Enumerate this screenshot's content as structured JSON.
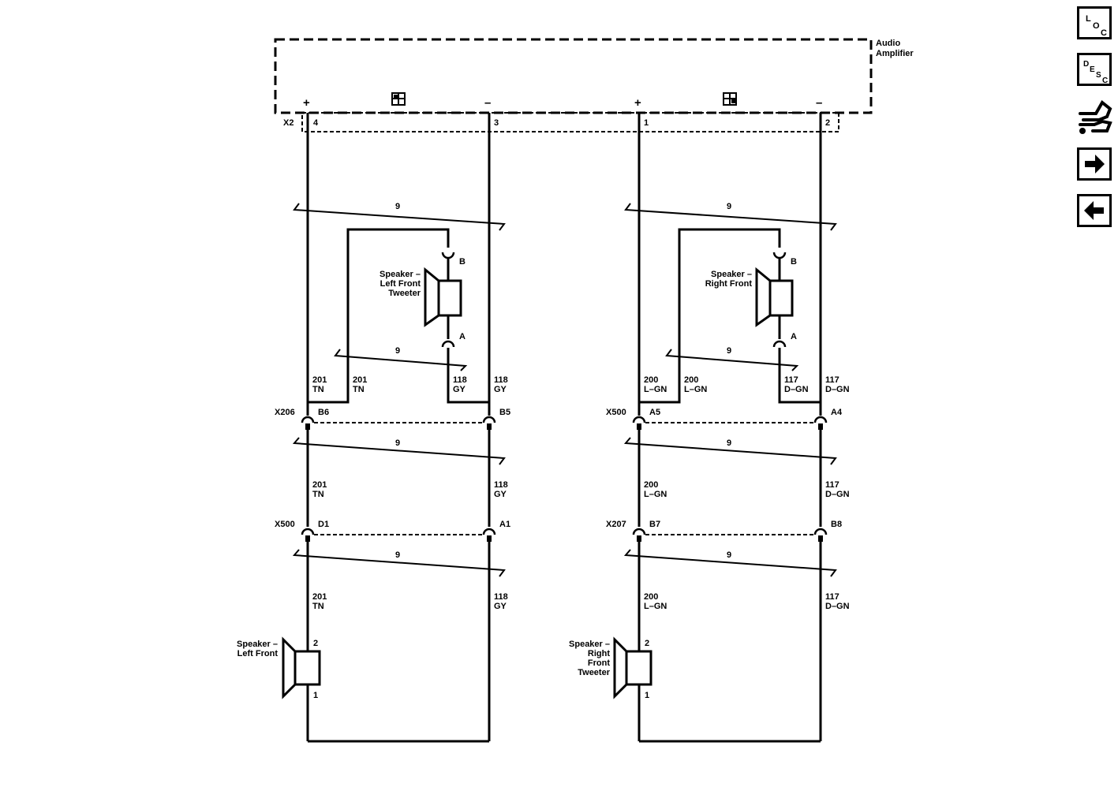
{
  "module": {
    "name_line1": "Audio",
    "name_line2": "Amplifier",
    "connector": "X2"
  },
  "amp_pins": {
    "lf_plus": {
      "num": "4",
      "sign": "+"
    },
    "lf_minus": {
      "num": "3",
      "sign": "–"
    },
    "rf_plus": {
      "num": "1",
      "sign": "+"
    },
    "rf_minus": {
      "num": "2",
      "sign": "–"
    }
  },
  "twisted_pair_label": "9",
  "left": {
    "tweeter": {
      "line1": "Speaker –",
      "line2": "Left Front",
      "line3": "Tweeter",
      "pin_top": "B",
      "pin_bottom": "A"
    },
    "wire_plus": {
      "circuit": "201",
      "color": "TN"
    },
    "wire_minus": {
      "circuit": "118",
      "color": "GY"
    },
    "conn1": {
      "name": "X206",
      "pin_plus": "B6",
      "pin_minus": "B5"
    },
    "conn2": {
      "name": "X500",
      "pin_plus": "D1",
      "pin_minus": "A1"
    },
    "speaker": {
      "line1": "Speaker –",
      "line2": "Left Front",
      "pin_top": "2",
      "pin_bottom": "1"
    }
  },
  "right": {
    "tweeter": {
      "line1": "Speaker –",
      "line2": "Right Front",
      "pin_top": "B",
      "pin_bottom": "A"
    },
    "wire_plus": {
      "circuit": "200",
      "color": "L–GN"
    },
    "wire_minus": {
      "circuit": "117",
      "color": "D–GN"
    },
    "conn1": {
      "name": "X500",
      "pin_plus": "A5",
      "pin_minus": "A4"
    },
    "conn2": {
      "name": "X207",
      "pin_plus": "B7",
      "pin_minus": "B8"
    },
    "speaker": {
      "line1": "Speaker –",
      "line2": "Right",
      "line3": "Front",
      "line4": "Tweeter",
      "pin_top": "2",
      "pin_bottom": "1"
    }
  },
  "nav": {
    "loc": {
      "l": "L",
      "o": "O",
      "c": "C"
    },
    "desc": {
      "d": "D",
      "e": "E",
      "s": "S",
      "c": "C"
    },
    "icons": {
      "route": "harness-route-icon",
      "next": "arrow-right-icon",
      "prev": "arrow-left-icon"
    }
  }
}
